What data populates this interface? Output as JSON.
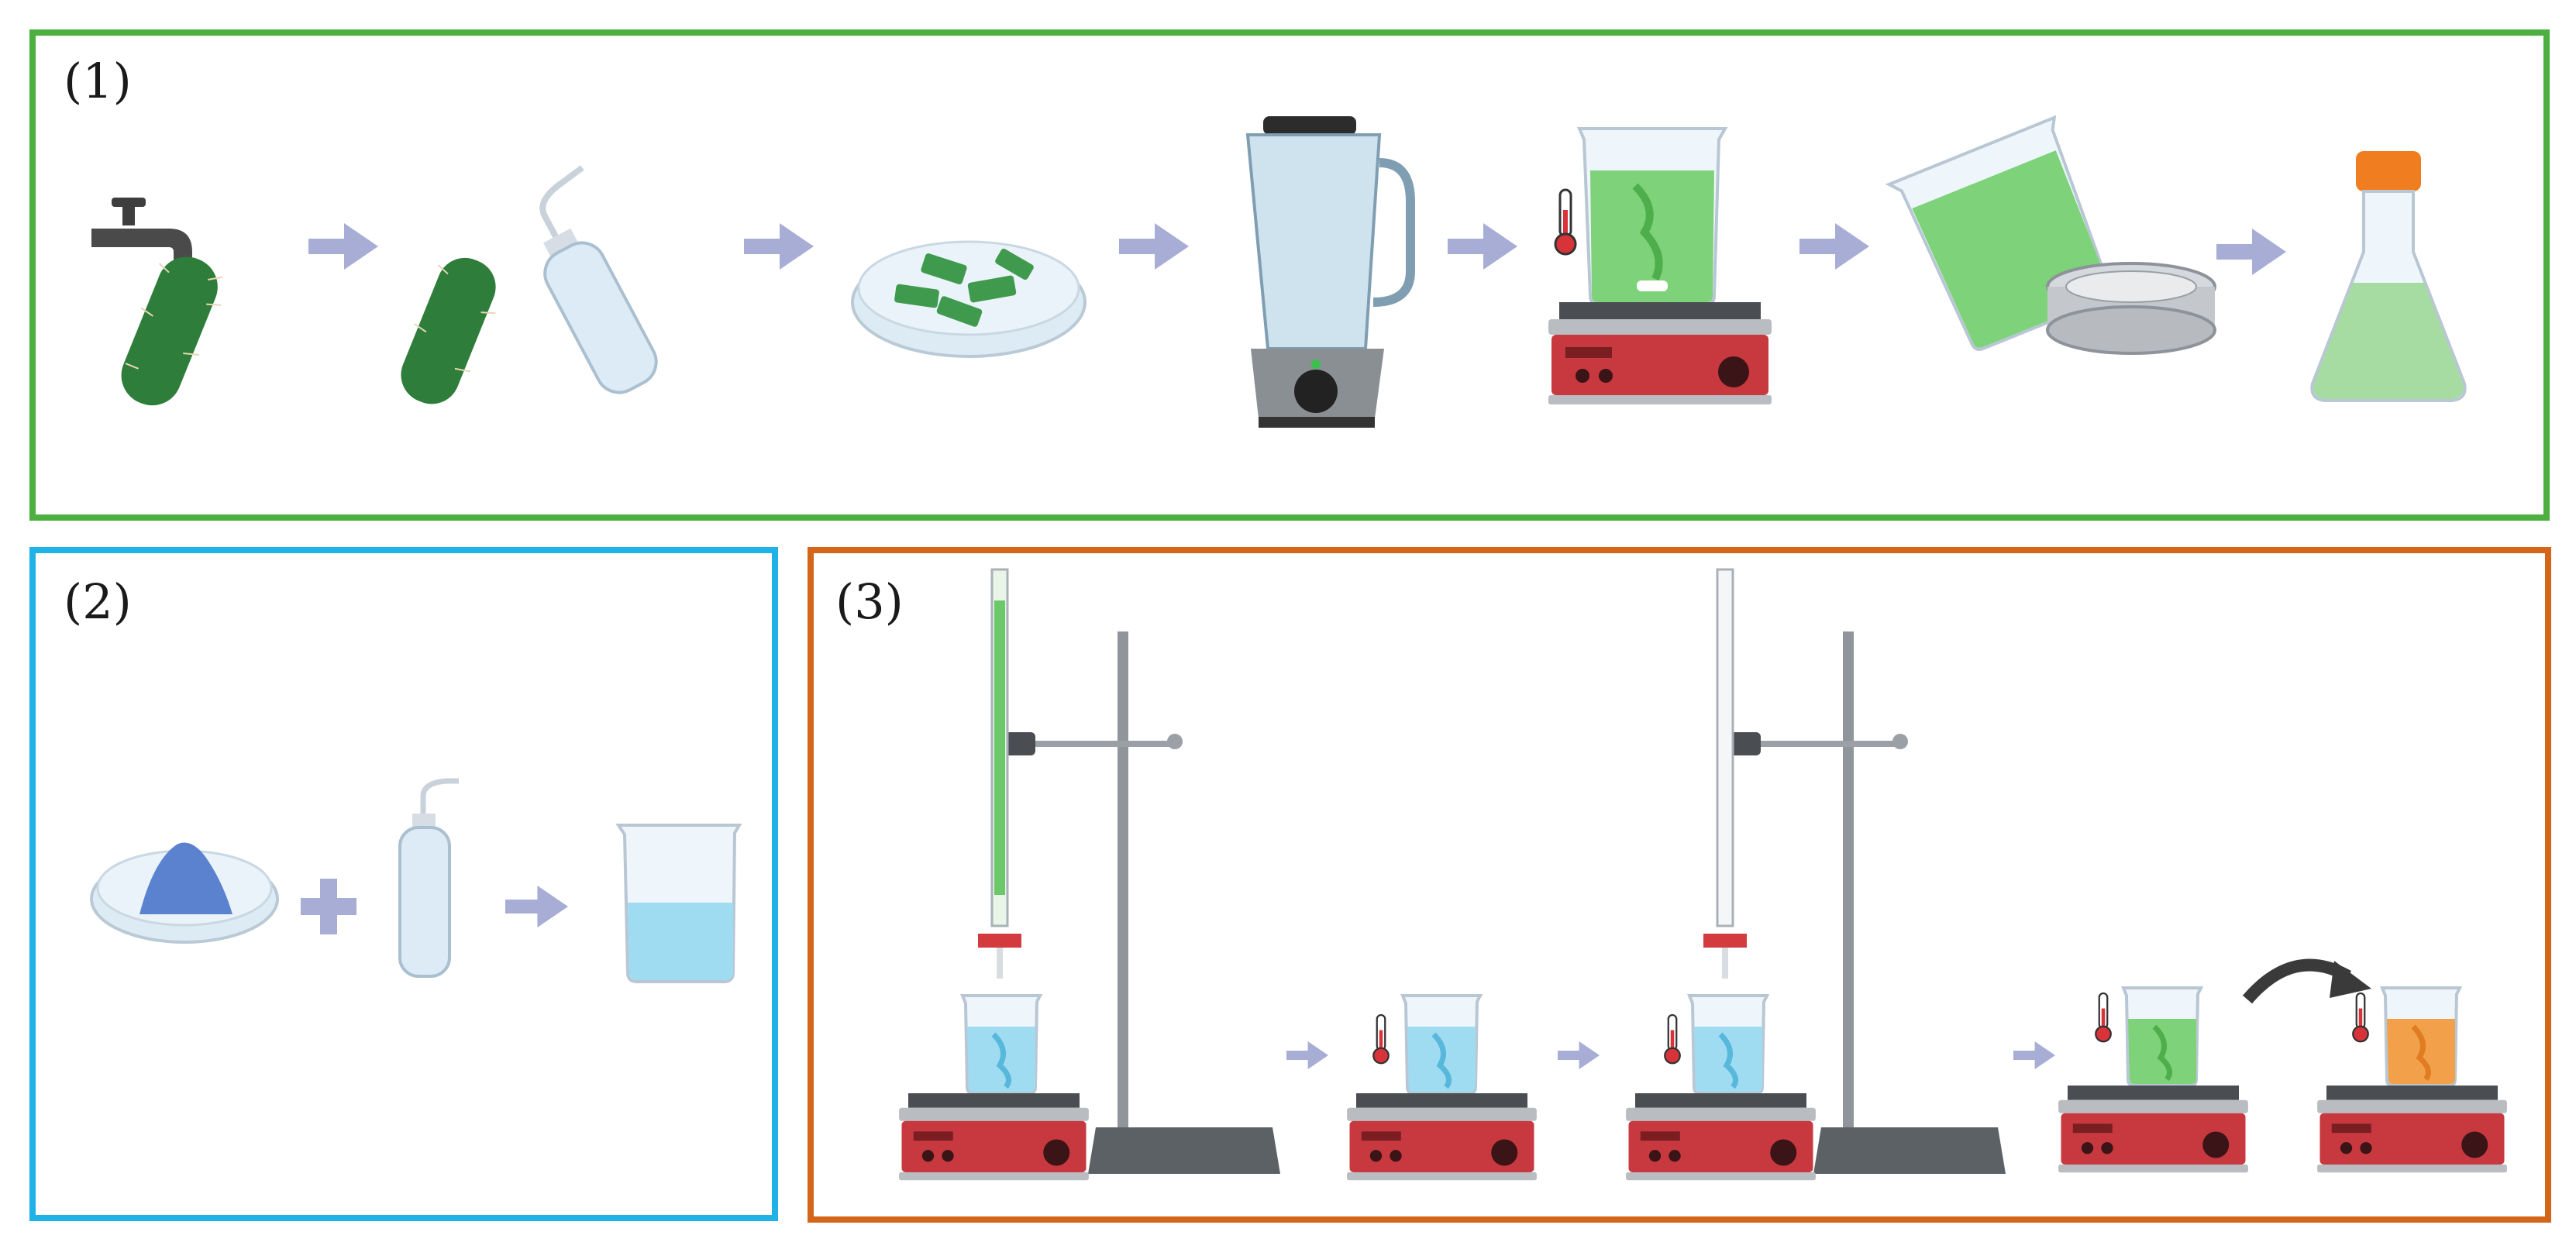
{
  "colors": {
    "panel1_border": "#4caf3f",
    "panel2_border": "#1fb2e6",
    "panel3_border": "#d4661a",
    "arrow": "#a8add6",
    "cactus": "#2e7d3a",
    "extract_green": "#7ed27a",
    "water_blue": "#9fdcf2",
    "powder_blue": "#5b82cf",
    "result_orange": "#f2a14a",
    "hotplate_red": "#c7383f"
  },
  "panels": [
    {
      "label": "(1)",
      "icons": [
        "faucet-icon",
        "cactus-icon",
        "wash-bottle-icon",
        "petri-dish-icon",
        "blender-icon",
        "hotplate-beaker-icon",
        "thermometer-icon",
        "beaker-tilted-icon",
        "sieve-icon",
        "erlenmeyer-flask-icon"
      ]
    },
    {
      "label": "(2)",
      "icons": [
        "petri-dish-powder-icon",
        "plus-icon",
        "wash-bottle-icon",
        "beaker-icon"
      ]
    },
    {
      "label": "(3)",
      "icons": [
        "burette-stand-icon",
        "hotplate-beaker-icon",
        "thermometer-icon",
        "curved-arrow-icon"
      ]
    }
  ]
}
